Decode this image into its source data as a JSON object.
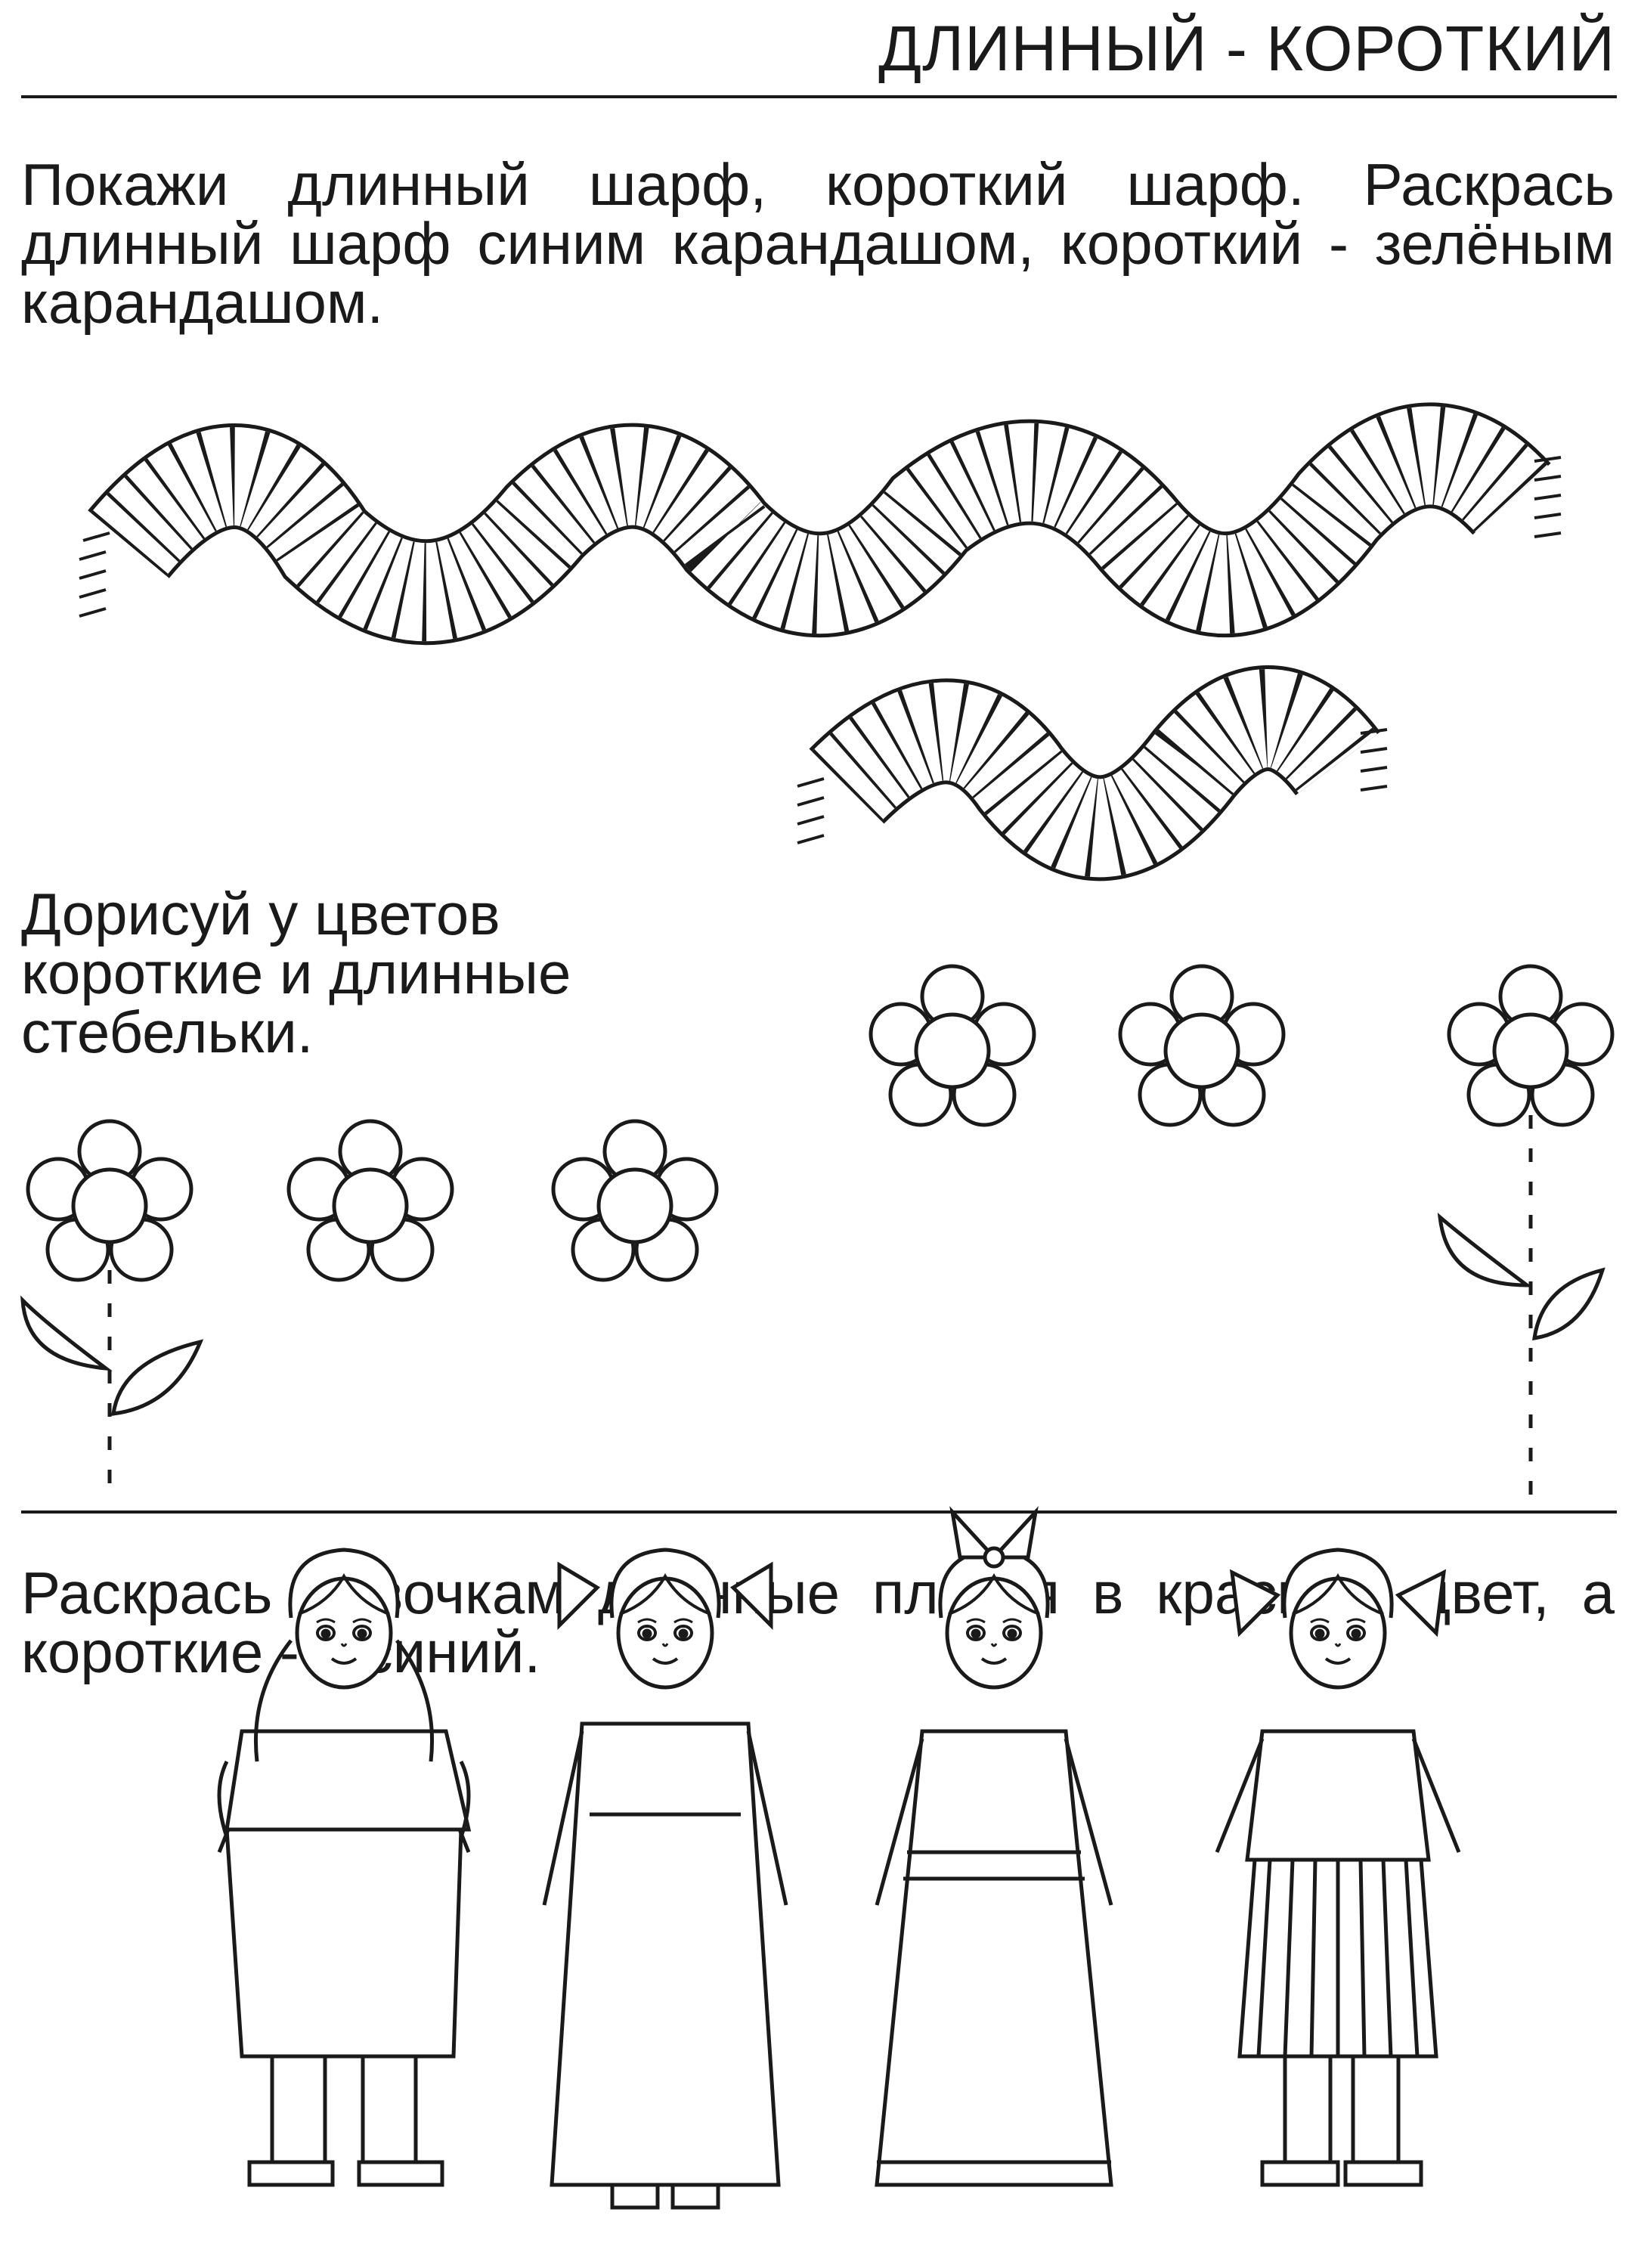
{
  "header": {
    "title": "ДЛИННЫЙ - КОРОТКИЙ"
  },
  "tasks": [
    {
      "text": "Покажи длинный шарф, короткий шарф. Раскрась длинный шарф синим карандашом, короткий - зелёным карандашом."
    },
    {
      "text": "Дорисуй у цветов короткие и длинные стебельки."
    },
    {
      "text": "Раскрась девочкам длинные платья в красный цвет, а короткие - в синий."
    }
  ],
  "colors": {
    "ink": "#1a1a1a",
    "paper": "#ffffff"
  },
  "illustrations": {
    "scarves": [
      "long-scarf",
      "short-scarf"
    ],
    "flowers_count": 6,
    "girls": [
      "short-dress",
      "long-dress",
      "long-dress",
      "short-pleated-skirt"
    ]
  }
}
